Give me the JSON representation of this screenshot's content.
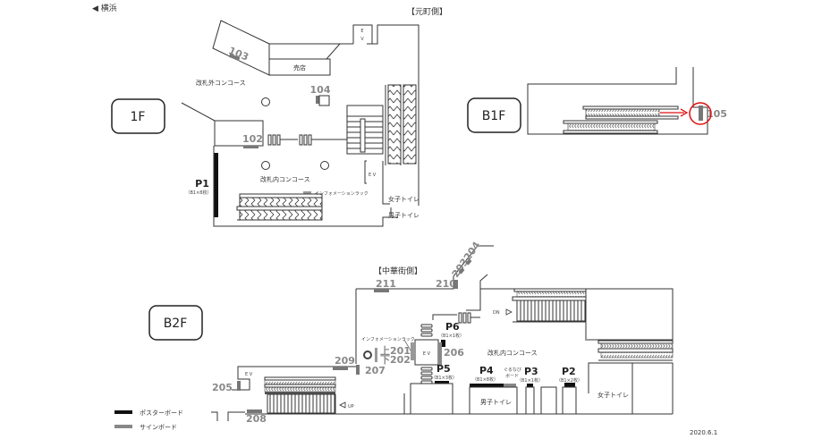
{
  "header": {
    "direction_label": "◀ 横浜",
    "motomachi_side": "【元町側】",
    "chukagai_side": "【中華街側】"
  },
  "floors": {
    "f1": "1F",
    "b1f": "B1F",
    "b2f": "B2F"
  },
  "areas": {
    "shop": "売店",
    "outside_concourse": "改札外コンコース",
    "inside_concourse_1f": "改札内コンコース",
    "inside_concourse_b2f": "改札内コンコース",
    "info_rack_1f": "インフォメーションラック",
    "info_rack_b2f": "インフォメーションラック",
    "womens_toilet_1f": "女子トイレ",
    "mens_toilet_1f": "男子トイレ",
    "mens_toilet_b2f": "男子トイレ",
    "womens_toilet_b2f": "女子トイレ",
    "ev": "E V",
    "ev_v1": "E",
    "ev_v2": "V",
    "dn": "DN",
    "up": "UP",
    "gurunavi_board_1": "ぐるなび",
    "gurunavi_board_2": "ボード"
  },
  "signboards": {
    "s102": "102",
    "s103": "103",
    "s104": "104",
    "s105": "105",
    "s201": "上201",
    "s202": "下202",
    "s203204": "203204",
    "s205": "205",
    "s206": "206",
    "s207": "207",
    "s208": "208",
    "s209": "209",
    "s210": "210",
    "s211": "211"
  },
  "posters": {
    "p1": {
      "label": "P1",
      "count": "（B1×8枚）"
    },
    "p2": {
      "label": "P2",
      "count": "（B1×2枚）"
    },
    "p3": {
      "label": "P3",
      "count": "（B1×1枚）"
    },
    "p4": {
      "label": "P4",
      "count": "（B1×8枚）"
    },
    "p5": {
      "label": "P5",
      "count": "（B1×3枚）"
    },
    "p6": {
      "label": "P6",
      "count": "（B1×1枚）"
    }
  },
  "legend": {
    "poster_board": "ポスターボード",
    "sign_board": "サインボード",
    "poster_color": "#111111",
    "sign_color": "#888888",
    "highlight_color": "#e01010"
  },
  "date": "2020.6.1"
}
